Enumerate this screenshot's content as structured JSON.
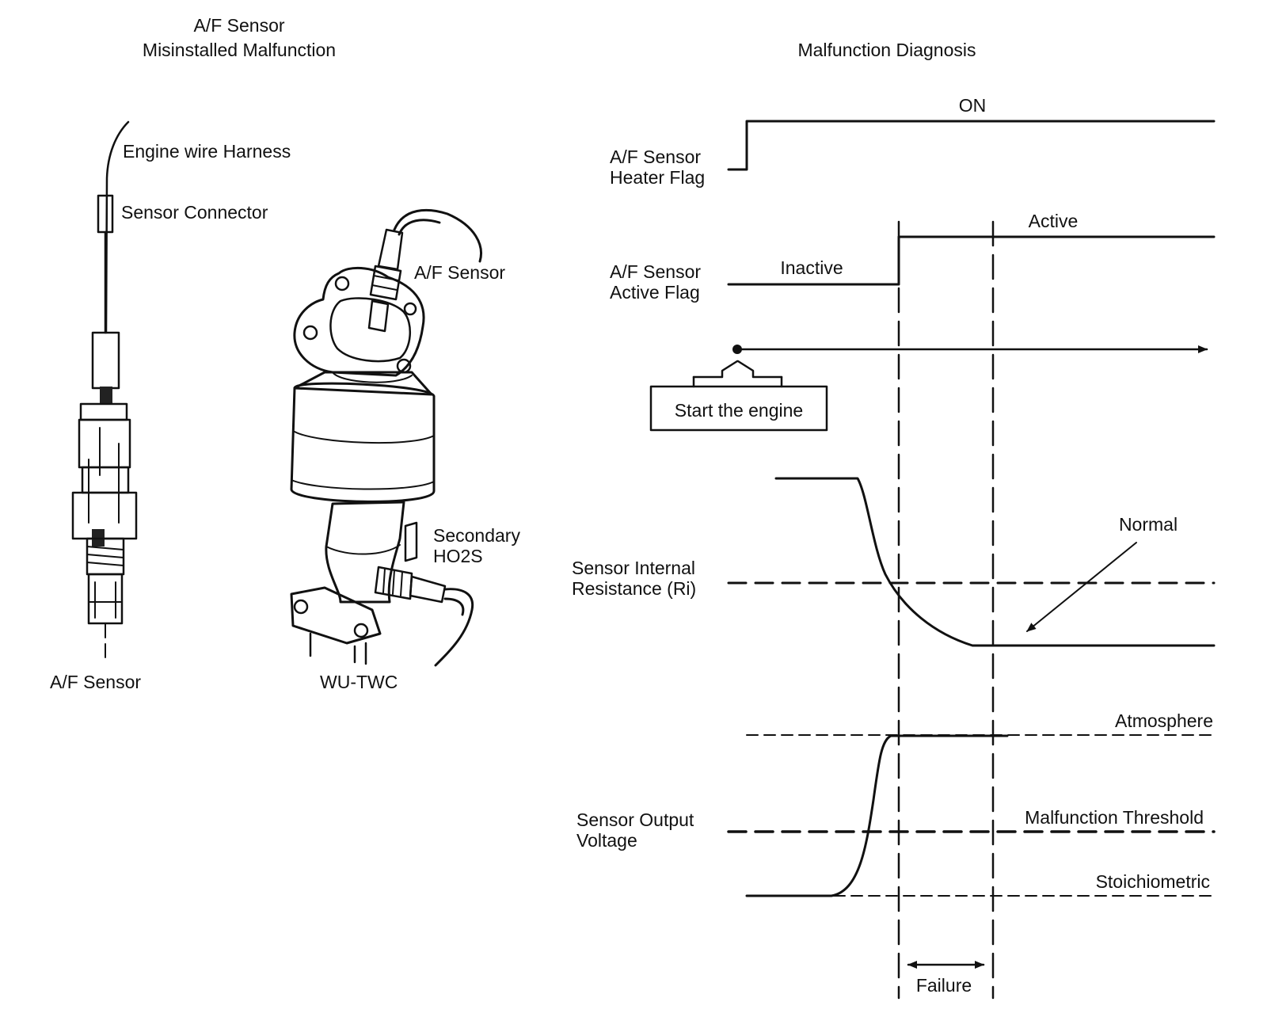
{
  "left_panel": {
    "title_line1": "A/F Sensor",
    "title_line2": "Misinstalled Malfunction",
    "label_engine_wire_harness": "Engine wire Harness",
    "label_sensor_connector": "Sensor Connector",
    "label_af_sensor_bottom": "A/F Sensor",
    "label_af_sensor_mounted": "A/F Sensor",
    "label_secondary_line1": "Secondary",
    "label_secondary_line2": "HO2S",
    "label_wu_twc": "WU-TWC"
  },
  "right_panel": {
    "title": "Malfunction Diagnosis",
    "heater_flag": {
      "label_line1": "A/F Sensor",
      "label_line2": "Heater Flag",
      "state_on": "ON"
    },
    "active_flag": {
      "label_line1": "A/F Sensor",
      "label_line2": "Active Flag",
      "state_inactive": "Inactive",
      "state_active": "Active"
    },
    "start_engine": "Start the engine",
    "resistance": {
      "label_line1": "Sensor Internal",
      "label_line2": "Resistance (Ri)",
      "annotation": "Normal"
    },
    "voltage": {
      "label_line1": "Sensor Output",
      "label_line2": "Voltage",
      "level_high": "Atmosphere",
      "level_threshold": "Malfunction Threshold",
      "level_low": "Stoichiometric"
    },
    "failure_label": "Failure"
  }
}
